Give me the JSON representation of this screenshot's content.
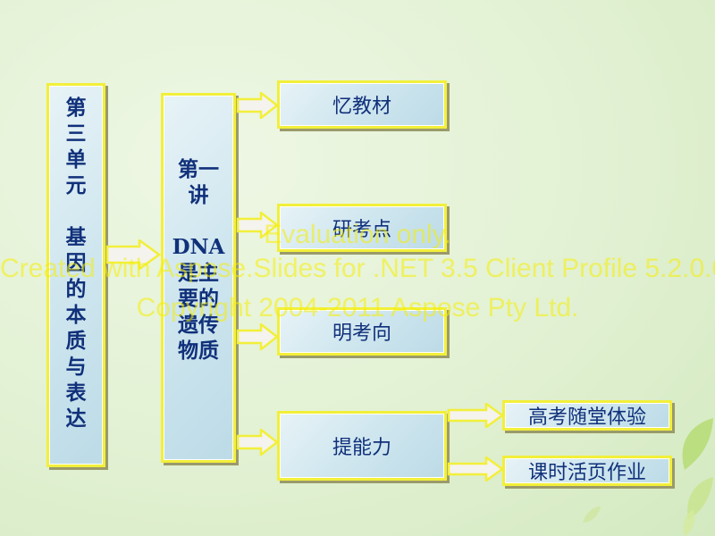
{
  "unit_box": {
    "text": "第\n三\n单\n元\n\n基\n因\n的\n本\n质\n与\n表\n达"
  },
  "lecture_box": {
    "text": "第一\n讲\n\nDNA\n是主\n要的\n遗传\n物质"
  },
  "sections": [
    {
      "label": "忆教材"
    },
    {
      "label": "研考点"
    },
    {
      "label": "明考向"
    },
    {
      "label": "提能力"
    }
  ],
  "subsections": [
    {
      "label": "高考随堂体验"
    },
    {
      "label": "课时活页作业"
    }
  ],
  "watermark": {
    "line1": "Evaluation only.",
    "line2": "Created with Aspose.Slides for .NET 3.5 Client Profile 5.2.0.0.",
    "line3": "Copyright 2004-2011 Aspose Pty Ltd."
  },
  "colors": {
    "box_border": "#f2ef3a",
    "text": "#10307a",
    "arrow_fill": "#f4f3ee",
    "watermark": "#f6ee00"
  }
}
